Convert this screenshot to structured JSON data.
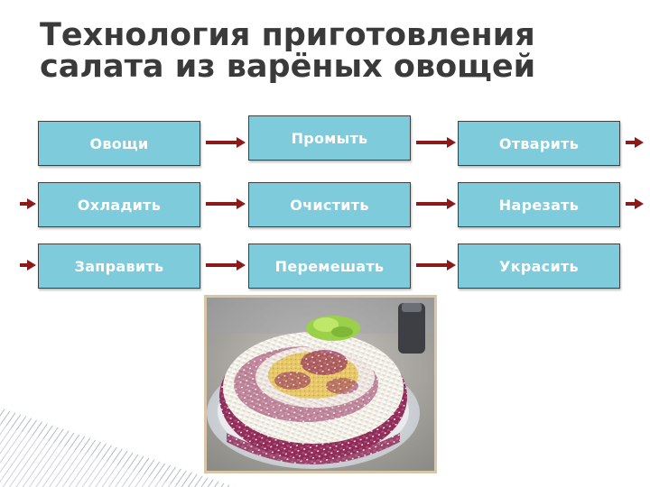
{
  "title": {
    "line1": "Технология приготовления",
    "line2": "салата из варёных овощей"
  },
  "steps": [
    "Овощи",
    "Промыть",
    "Отварить",
    "Охладить",
    "Очистить",
    "Нарезать",
    "Заправить",
    "Перемешать",
    "Украсить"
  ],
  "colors": {
    "box_fill": "#7ecbdc",
    "arrow": "#8b1a1a",
    "title": "#3a3a3a"
  }
}
